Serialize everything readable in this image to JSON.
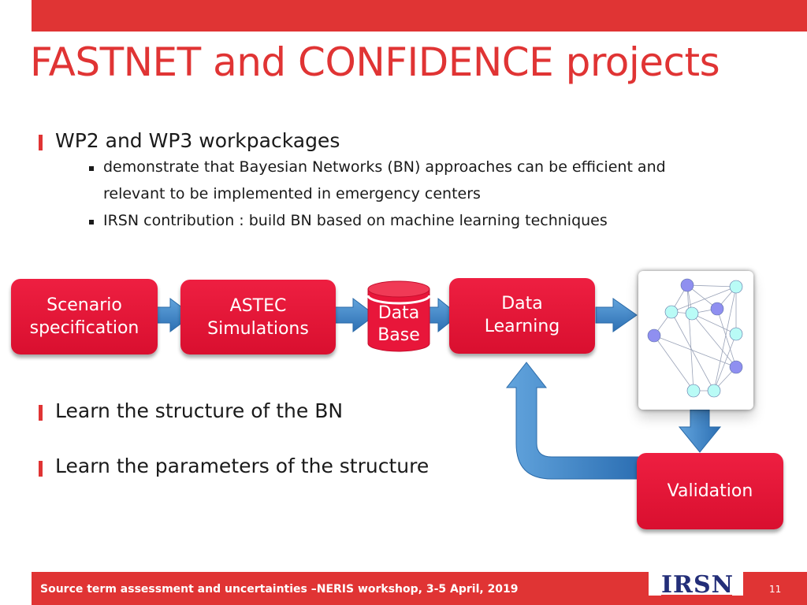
{
  "header": {
    "title": "FASTNET and CONFIDENCE projects"
  },
  "bullets": {
    "wp": "WP2 and WP3 workpackages",
    "sub": [
      "demonstrate that Bayesian Networks (BN) approaches can be efficient and",
      "relevant to be implemented in emergency centers",
      "IRSN  contribution : build BN based on machine learning techniques"
    ],
    "learn_structure": "Learn the structure of the BN",
    "learn_parameters": "Learn the parameters of the structure"
  },
  "diagram": {
    "scenario": [
      "Scenario",
      "specification"
    ],
    "astec": [
      "ASTEC",
      "Simulations"
    ],
    "database": [
      "Data",
      "Base"
    ],
    "data_learning": [
      "Data",
      "Learning"
    ],
    "validation": "Validation",
    "colors": {
      "box_red": "#e8163a",
      "arrow_blue": "#3f86c8",
      "title_red": "#e03434"
    }
  },
  "footer": {
    "text": "Source term assessment and uncertainties –NERIS workshop, 3-5 April, 2019",
    "logo": "IRSN",
    "page_number": "11"
  }
}
